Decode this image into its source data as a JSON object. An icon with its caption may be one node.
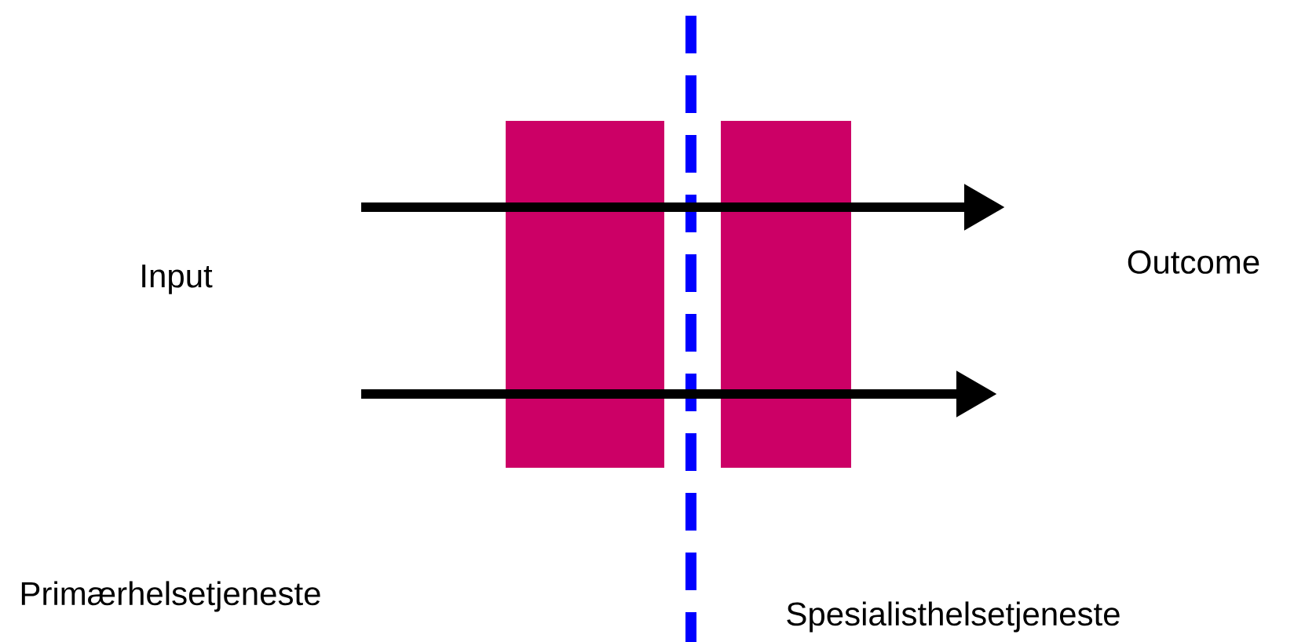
{
  "diagram": {
    "nodes": [
      {
        "text": [],
        "shape": "bar"
      },
      {
        "text": [],
        "shape": "bar"
      }
    ],
    "labels": [
      "Input",
      "Outcome",
      "Primærhelsetjeneste",
      "Spesialisthelsetjeneste"
    ]
  }
}
